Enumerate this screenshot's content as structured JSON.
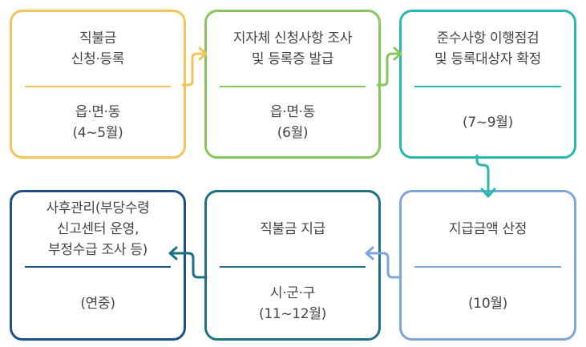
{
  "steps": [
    {
      "title": [
        "직불금",
        "신청·등록"
      ],
      "detail": [
        "읍·면·동",
        "(4~5월)"
      ]
    },
    {
      "title": [
        "지자체 신청사항 조사",
        "및 등록증 발급"
      ],
      "detail": [
        "읍·면·동",
        "(6월)"
      ]
    },
    {
      "title": [
        "준수사항 이행점검",
        "및 등록대상자 확정"
      ],
      "detail": [
        "(7~9월)"
      ]
    },
    {
      "title": [
        "지급금액 산정"
      ],
      "detail": [
        "(10월)"
      ]
    },
    {
      "title": [
        "직불금 지급"
      ],
      "detail": [
        "시·군·구",
        "(11~12월)"
      ]
    },
    {
      "title": [
        "사후관리(부당수령",
        "신고센터 운영,",
        "부정수급 조사 등)"
      ],
      "detail": [
        "(연중)"
      ]
    }
  ],
  "colors": {
    "step1": "#f2c45a",
    "step2": "#86c65b",
    "step3": "#29b8b0",
    "step4": "#7ea7d8",
    "step5": "#1f6f85",
    "step6": "#1e4f88"
  }
}
